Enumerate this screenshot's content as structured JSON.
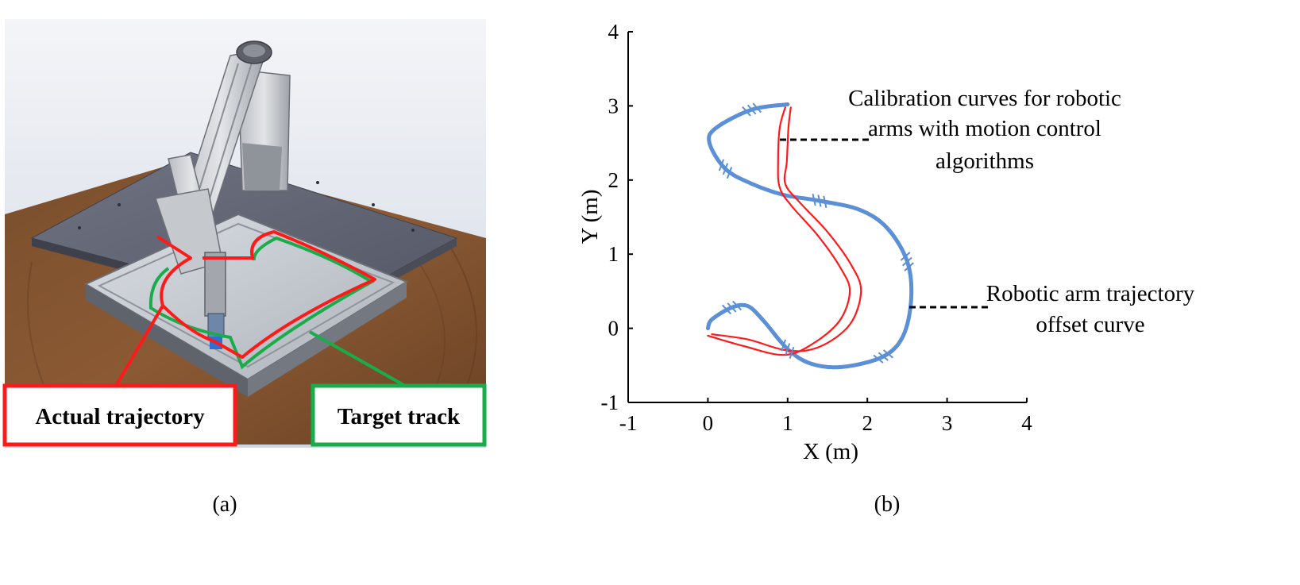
{
  "panel_a": {
    "caption": "(a)",
    "label_actual": "Actual trajectory",
    "label_target": "Target track",
    "color_actual": "#ff1a1a",
    "color_target": "#1aab4a"
  },
  "panel_b": {
    "caption": "(b)",
    "annotation_calibration": [
      "Calibration curves for robotic",
      "arms with motion control",
      "algorithms"
    ],
    "annotation_offset": [
      "Robotic arm trajectory",
      "offset curve"
    ]
  },
  "chart_data": {
    "type": "line",
    "xlabel": "X (m)",
    "ylabel": "Y (m)",
    "xlim": [
      -1,
      4
    ],
    "ylim": [
      -1,
      4
    ],
    "xticks": [
      "-1",
      "0",
      "1",
      "2",
      "3",
      "4"
    ],
    "yticks": [
      "-1",
      "0",
      "1",
      "2",
      "3",
      "4"
    ],
    "grid": false,
    "colors": {
      "offset_curve": "#5b8fd6",
      "calibration_curve": "#ff1a1a"
    },
    "series": [
      {
        "id": "offset_curve",
        "points": [
          [
            1.0,
            3.02
          ],
          [
            0.55,
            2.95
          ],
          [
            0.1,
            2.7
          ],
          [
            0.02,
            2.5
          ],
          [
            0.22,
            2.15
          ],
          [
            0.55,
            1.95
          ],
          [
            0.95,
            1.8
          ],
          [
            1.4,
            1.72
          ],
          [
            1.9,
            1.6
          ],
          [
            2.25,
            1.35
          ],
          [
            2.5,
            0.9
          ],
          [
            2.55,
            0.4
          ],
          [
            2.45,
            -0.1
          ],
          [
            2.2,
            -0.38
          ],
          [
            1.7,
            -0.52
          ],
          [
            1.3,
            -0.48
          ],
          [
            1.0,
            -0.28
          ],
          [
            0.7,
            0.1
          ],
          [
            0.5,
            0.3
          ],
          [
            0.3,
            0.28
          ],
          [
            0.05,
            0.12
          ],
          [
            0.0,
            0.0
          ]
        ]
      },
      {
        "id": "calibration_outer",
        "points": [
          [
            1.04,
            2.98
          ],
          [
            1.01,
            2.7
          ],
          [
            0.99,
            2.25
          ],
          [
            0.97,
            1.95
          ],
          [
            1.15,
            1.7
          ],
          [
            1.5,
            1.3
          ],
          [
            1.8,
            0.85
          ],
          [
            1.92,
            0.5
          ],
          [
            1.78,
            0.05
          ],
          [
            1.4,
            -0.25
          ],
          [
            1.0,
            -0.3
          ],
          [
            0.5,
            -0.15
          ],
          [
            0.05,
            -0.08
          ]
        ]
      },
      {
        "id": "calibration_inner",
        "points": [
          [
            0.97,
            2.98
          ],
          [
            0.9,
            2.7
          ],
          [
            0.88,
            2.25
          ],
          [
            0.9,
            1.9
          ],
          [
            1.05,
            1.65
          ],
          [
            1.38,
            1.25
          ],
          [
            1.66,
            0.82
          ],
          [
            1.78,
            0.5
          ],
          [
            1.65,
            0.1
          ],
          [
            1.3,
            -0.22
          ],
          [
            0.95,
            -0.36
          ],
          [
            0.45,
            -0.24
          ],
          [
            0.0,
            -0.1
          ]
        ]
      }
    ]
  }
}
